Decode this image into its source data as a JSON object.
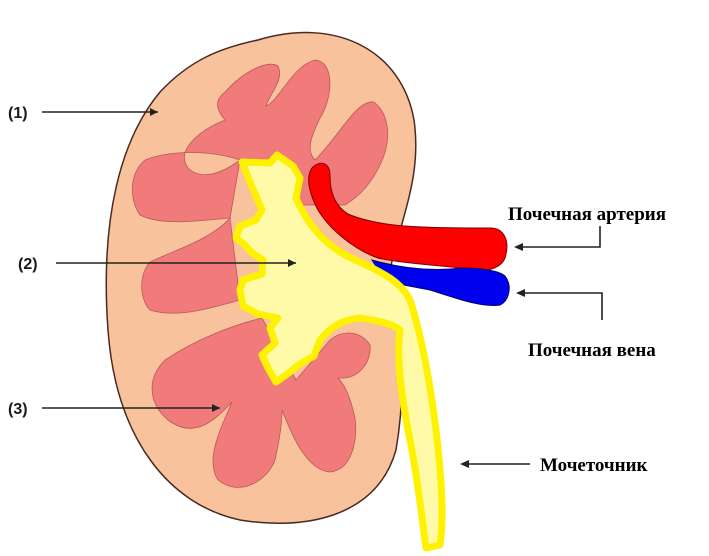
{
  "diagram": {
    "markers": [
      {
        "id": "m1",
        "label": "(1)"
      },
      {
        "id": "m2",
        "label": "(2)"
      },
      {
        "id": "m3",
        "label": "(3)"
      }
    ],
    "labels": {
      "artery": "Почечная артерия",
      "vein": "Почечная вена",
      "ureter": "Мочеточник"
    },
    "colors": {
      "cortex": "#f7c29c",
      "cortex_outline": "#4a2a20",
      "medulla": "#f17a7a",
      "pelvis": "#fffaa8",
      "pelvis_outline": "#ece000",
      "artery": "#ff0000",
      "vein": "#0000ee",
      "ureter": "#fff200"
    }
  }
}
